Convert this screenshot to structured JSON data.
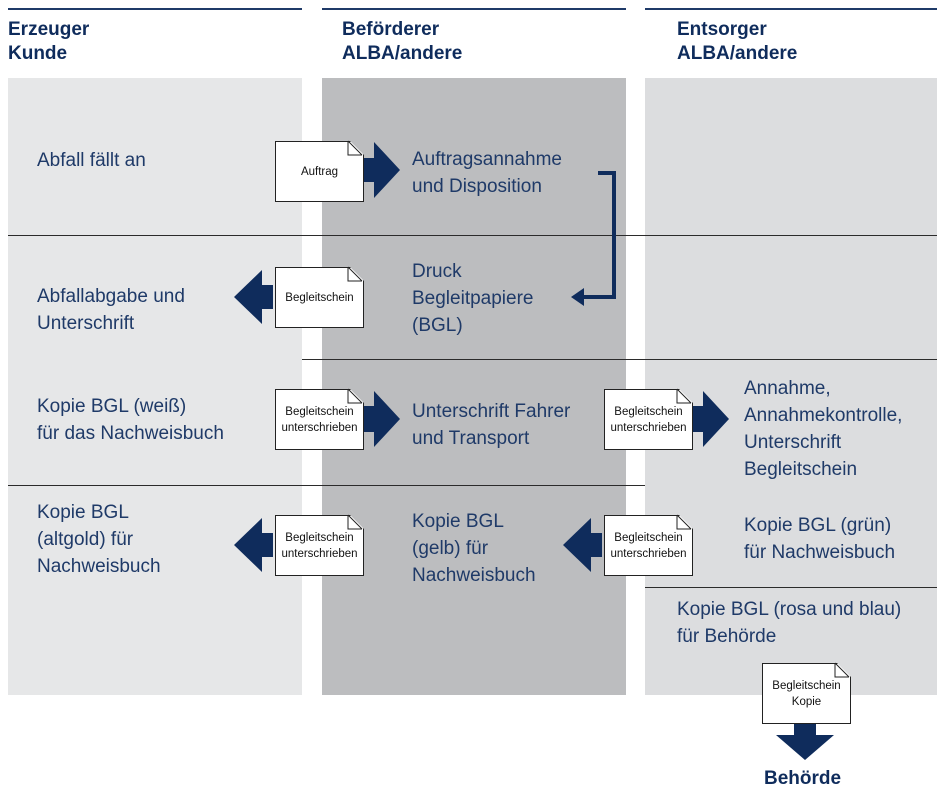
{
  "columns": [
    {
      "line1": "Erzeuger",
      "line2": "Kunde"
    },
    {
      "line1": "Beförderer",
      "line2": "ALBA/andere"
    },
    {
      "line1": "Entsorger",
      "line2": "ALBA/andere"
    }
  ],
  "steps": {
    "erzeuger_1": "Abfall fällt an",
    "erzeuger_2a": "Abfallabgabe und",
    "erzeuger_2b": "Unterschrift",
    "erzeuger_3a": "Kopie BGL (weiß)",
    "erzeuger_3b": "für das Nachweisbuch",
    "erzeuger_4a": "Kopie BGL",
    "erzeuger_4b": "(altgold) für",
    "erzeuger_4c": "Nachweisbuch",
    "befoerderer_1a": "Auftragsannahme",
    "befoerderer_1b": "und Disposition",
    "befoerderer_2a": "Druck",
    "befoerderer_2b": "Begleitpapiere",
    "befoerderer_2c": "(BGL)",
    "befoerderer_3a": "Unterschrift Fahrer",
    "befoerderer_3b": "und Transport",
    "befoerderer_4a": "Kopie BGL",
    "befoerderer_4b": "(gelb) für",
    "befoerderer_4c": "Nachweisbuch",
    "entsorger_1a": "Annahme,",
    "entsorger_1b": "Annahmekontrolle,",
    "entsorger_1c": "Unterschrift",
    "entsorger_1d": "Begleitschein",
    "entsorger_2a": "Kopie BGL (grün)",
    "entsorger_2b": "für Nachweisbuch",
    "entsorger_3a": "Kopie BGL (rosa und blau)",
    "entsorger_3b": "für Behörde"
  },
  "documents": {
    "auftrag": "Auftrag",
    "begleitschein": "Begleitschein",
    "unterschrieben": "Begleitschein\nunterschrieben",
    "kopie": "Begleitschein\nKopie"
  },
  "final_recipient": "Behörde",
  "colors": {
    "lane_light": "#e6e7e8",
    "lane_dark": "#bcbdbf",
    "lane_mid": "#dcdddf",
    "arrow": "#0f2c5c",
    "text": "#1f3a68"
  }
}
